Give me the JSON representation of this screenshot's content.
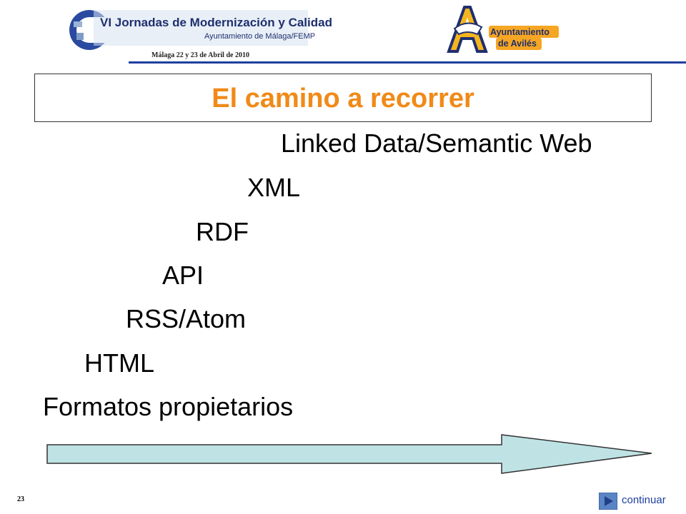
{
  "header": {
    "event_title": "VI Jornadas de Modernización y Calidad",
    "event_subtitle": "Ayuntamiento de Málaga/FEMP",
    "event_date": "Málaga 22 y 23 de Abril de 2010",
    "org_line1": "Ayuntamiento",
    "org_line2": "de Avilés"
  },
  "slide": {
    "title": "El camino a recorrer",
    "steps": [
      "Linked Data/Semantic Web",
      "XML",
      "RDF",
      "API",
      "RSS/Atom",
      "HTML",
      "Formatos propietarios"
    ]
  },
  "footer": {
    "page_number": "23",
    "continue_label": "continuar"
  },
  "colors": {
    "title": "#f08a18",
    "header_blue": "#1f2f6e",
    "arrow_fill": "#bfe3e5",
    "accent_orange": "#f5a623"
  }
}
